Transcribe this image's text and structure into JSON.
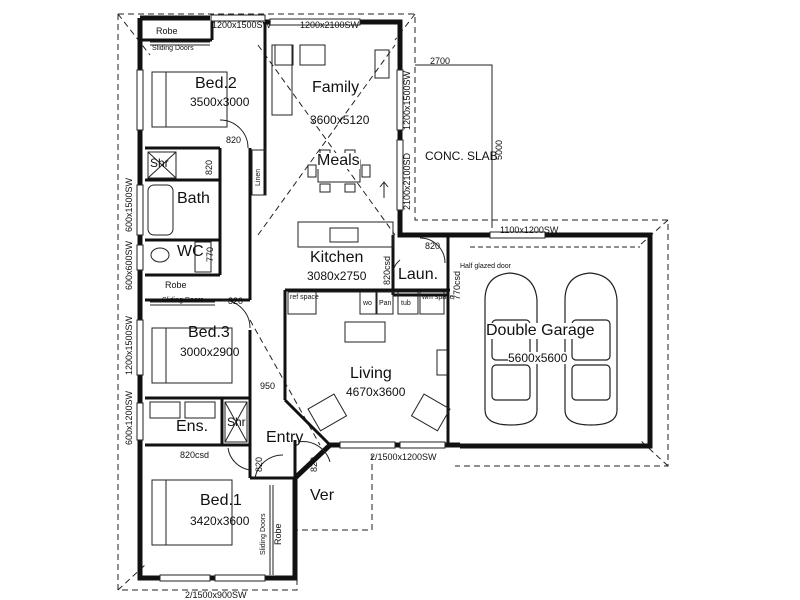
{
  "rooms": {
    "bed2": {
      "name": "Bed.2",
      "size": "3500x3000"
    },
    "family": {
      "name": "Family",
      "size": "3600x5120"
    },
    "meals": {
      "name": "Meals"
    },
    "bath": {
      "name": "Bath"
    },
    "shr_top": {
      "name": "Shr"
    },
    "wc": {
      "name": "WC"
    },
    "kitchen": {
      "name": "Kitchen",
      "size": "3080x2750"
    },
    "laun": {
      "name": "Laun."
    },
    "bed3": {
      "name": "Bed.3",
      "size": "3000x2900"
    },
    "living": {
      "name": "Living",
      "size": "4670x3600"
    },
    "garage": {
      "name": "Double Garage",
      "size": "5600x5600"
    },
    "ens": {
      "name": "Ens."
    },
    "shr_ens": {
      "name": "Shr"
    },
    "entry": {
      "name": "Entry"
    },
    "ver": {
      "name": "Ver"
    },
    "bed1": {
      "name": "Bed.1",
      "size": "3420x3600"
    }
  },
  "labels": {
    "robe_top": "Robe",
    "sliding_top": "Sliding Doors",
    "robe_mid": "Robe",
    "sliding_mid": "Sliding Doors",
    "robe_bed1": "Robe",
    "sliding_bed1": "Sliding Doors",
    "linen": "Linen",
    "conc_slab": "CONC. SLAB",
    "half_glazed": "Half glazed door"
  },
  "dimensions": {
    "win_top_1": "1200x1500SW",
    "win_top_2": "1200x2100SW",
    "slab_width": "2700",
    "slab_depth": "5000",
    "win_family_right": "1200x1500SW",
    "door_family_right": "2100x2100SD",
    "door_bed2": "820",
    "door_shr": "820",
    "win_bath": "600x1500SW",
    "win_wc": "600x600SW",
    "door_wc": "770",
    "door_bed3": "820",
    "win_bed3": "1200x1500SW",
    "door_laun_top": "820",
    "door_kitchen_laun": "820csd",
    "door_laun_garage": "770csd",
    "win_garage": "1100x1200SW",
    "hall_width": "950",
    "win_ens": "600x1200SW",
    "door_ens": "820csd",
    "door_bed1": "820",
    "door_entry": "820",
    "win_living_bottom": "2/1500x1200SW",
    "win_bed1_bottom": "2/1500x900SW"
  },
  "fixtures": {
    "ref_space": "ref space",
    "wo": "wo",
    "pan": "Pan",
    "tub": "tub",
    "wm_space": "wm space"
  }
}
